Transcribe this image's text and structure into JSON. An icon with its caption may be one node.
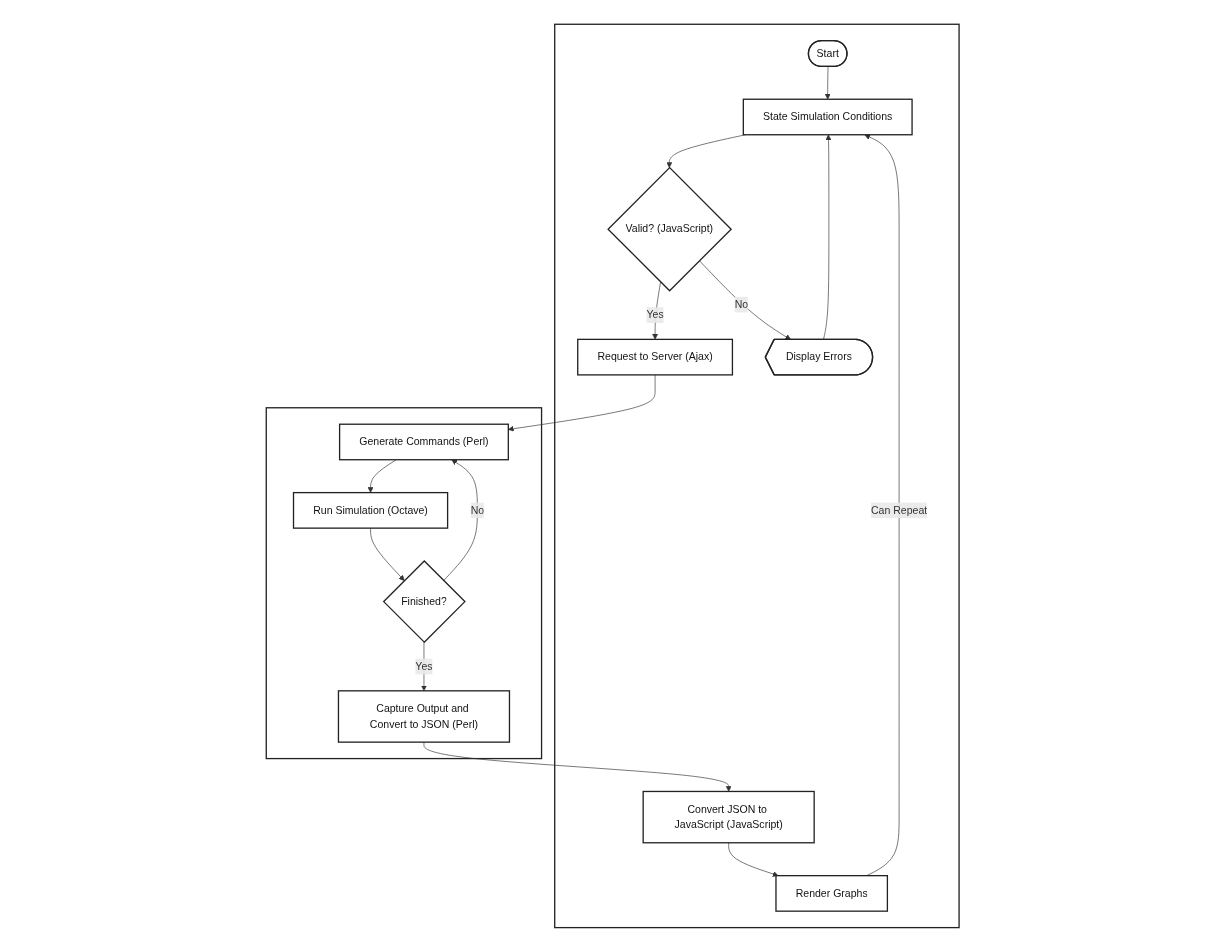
{
  "diagram": {
    "nodes": [
      {
        "text": [],
        "shape": "box"
      },
      {
        "text": [],
        "shape": "box"
      },
      {
        "text": [
          "Start"
        ],
        "in": 0
      },
      {
        "text": [
          "Request to Server (Ajax)"
        ],
        "in": 0
      },
      {
        "text": [
          "State Simulation Conditions"
        ],
        "in": 0
      },
      {
        "text": [
          "Valid? (JavaScript)"
        ],
        "in": 0
      },
      {
        "text": [
          "Display Errors"
        ],
        "in": 0
      },
      {
        "text": [
          "Render Graphs"
        ],
        "in": 0
      },
      {
        "text": [
          "Convert JSON to JavaScript (JavaScript)"
        ],
        "in": 0
      },
      {
        "text": [
          "Generate Commands (Perl)"
        ],
        "in": 1
      },
      {
        "text": [
          "Run Simulation (Octave)"
        ],
        "in": 1
      },
      {
        "text": [
          "Finished?"
        ],
        "in": 1
      },
      {
        "text": [
          "Capture Output and Convert to JSON (Perl)"
        ],
        "in": 1
      }
    ],
    "edges": [
      {
        "from": 2,
        "to": 4,
        "arrow": "to"
      },
      {
        "from": 4,
        "to": 5,
        "arrow": "to"
      },
      {
        "from": 5,
        "to": 3,
        "arrow": "to",
        "label": "Yes"
      },
      {
        "from": 5,
        "to": 6,
        "arrow": "to",
        "label": "No"
      },
      {
        "from": 6,
        "to": 4,
        "arrow": "to"
      },
      {
        "from": 3,
        "to": 9,
        "arrow": "to"
      },
      {
        "from": 9,
        "to": 10,
        "arrow": "to"
      },
      {
        "from": 10,
        "to": 11,
        "arrow": "to"
      },
      {
        "from": 11,
        "to": 9,
        "arrow": "to",
        "label": "No"
      },
      {
        "from": 11,
        "to": 12,
        "arrow": "to",
        "label": "Yes"
      },
      {
        "from": 12,
        "to": 8,
        "arrow": "to"
      },
      {
        "from": 8,
        "to": 7,
        "arrow": "to"
      },
      {
        "from": 7,
        "to": 4,
        "arrow": "to",
        "label": "Can Repeat"
      }
    ]
  }
}
